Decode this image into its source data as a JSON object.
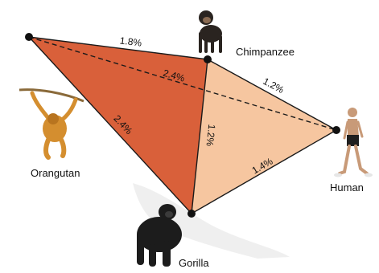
{
  "species": {
    "chimpanzee": {
      "name": "Chimpanzee"
    },
    "orangutan": {
      "name": "Orangutan"
    },
    "human": {
      "name": "Human"
    },
    "gorilla": {
      "name": "Gorilla"
    }
  },
  "divergences": {
    "orangutan_chimpanzee": "1.8%",
    "orangutan_human": "2.4%",
    "orangutan_gorilla": "2.4%",
    "chimpanzee_human": "1.2%",
    "chimpanzee_gorilla": "1.2%",
    "gorilla_human": "1.4%"
  },
  "colors": {
    "orangutan_face": "#d9603a",
    "chimp_face": "#efa374",
    "human_face": "#f6c7a2",
    "edge": "#1a1a1a",
    "node": "#111111"
  },
  "icons": {
    "chimpanzee": "chimpanzee-icon",
    "orangutan": "orangutan-icon",
    "human": "human-icon",
    "gorilla": "gorilla-icon"
  }
}
